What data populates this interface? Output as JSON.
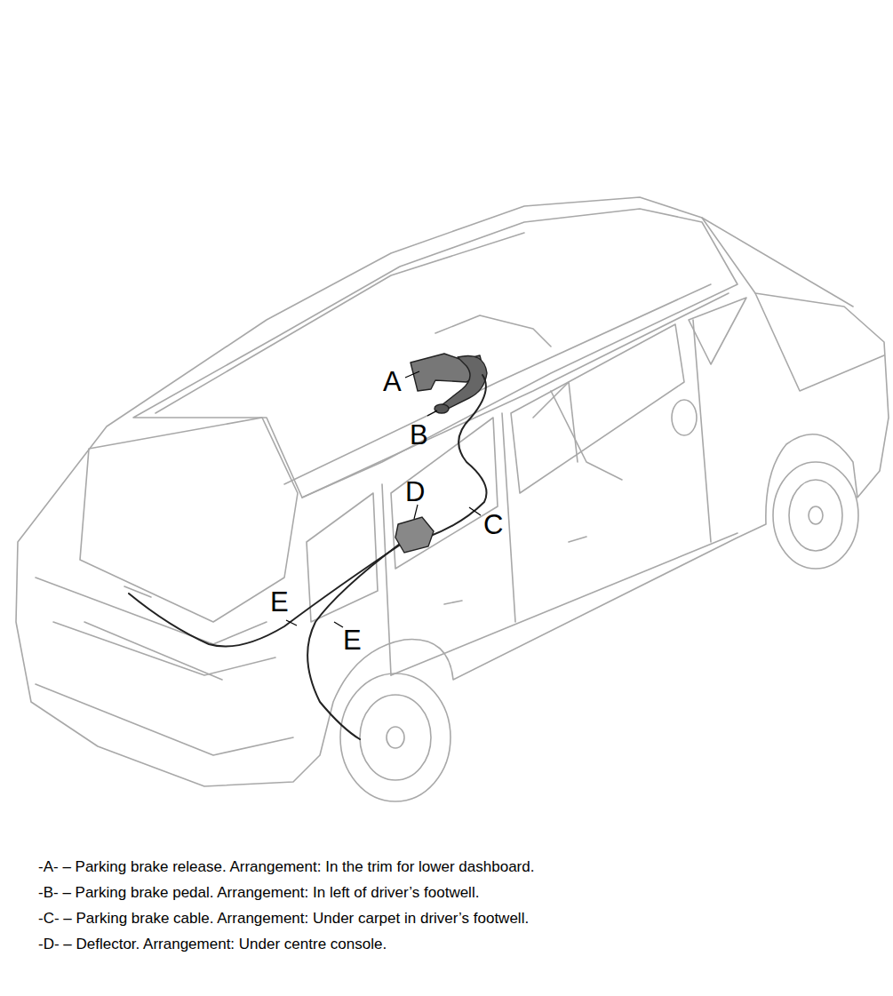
{
  "diagram": {
    "labels": [
      "A",
      "B",
      "C",
      "D",
      "E",
      "E",
      "-A- – Parking brake release. Arrangement: In the trim for lower dashboard.",
      "-B- – Parking brake pedal. Arrangement: In left of driver’s footwell.",
      "-C- – Parking brake cable. Arrangement: Under carpet in driver’s footwell.",
      "-D- – Deflector. Arrangement: Under centre console."
    ]
  }
}
